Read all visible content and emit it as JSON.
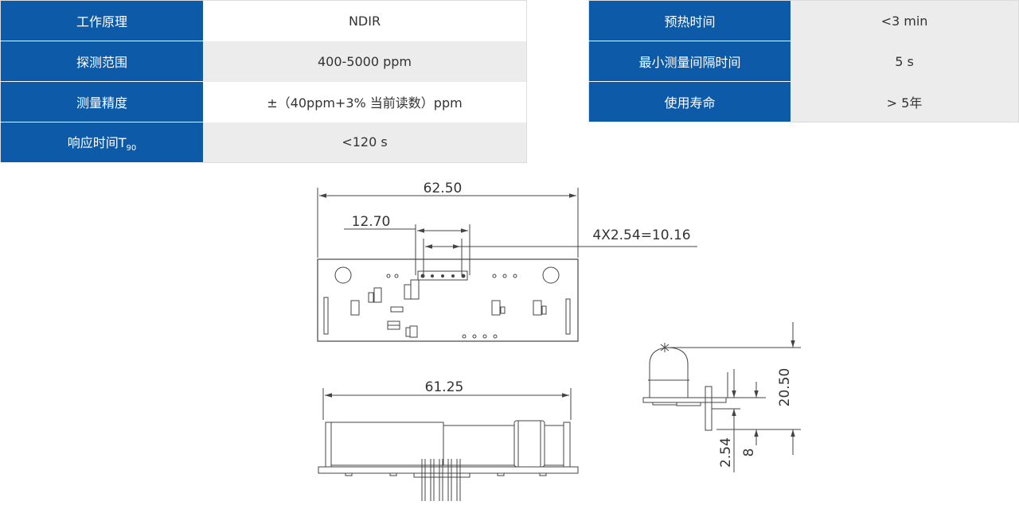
{
  "specs_left": [
    {
      "label": "工作原理",
      "value": "NDIR"
    },
    {
      "label": "探测范围",
      "value": "400-5000 ppm"
    },
    {
      "label": "测量精度",
      "value": "±（40ppm+3% 当前读数）ppm"
    },
    {
      "label": "响应时间T",
      "label_sub": "90",
      "value": "<120 s"
    }
  ],
  "specs_right": [
    {
      "label": "预热时间",
      "value": "<3 min"
    },
    {
      "label": "最小测量间隔时间",
      "value": "5 s"
    },
    {
      "label": "使用寿命",
      "value": "> 5年"
    }
  ],
  "dimensions": {
    "total_length": "62.50",
    "pin_offset": "12.70",
    "pin_pitch": "4X2.54=10.16",
    "side_length": "61.25",
    "height": "20.50",
    "pin_height": "2.54",
    "pcb_thickness": "8"
  },
  "colors": {
    "header_blue": "#0c5aa8",
    "row_gray": "#ececec",
    "line": "#444444"
  }
}
